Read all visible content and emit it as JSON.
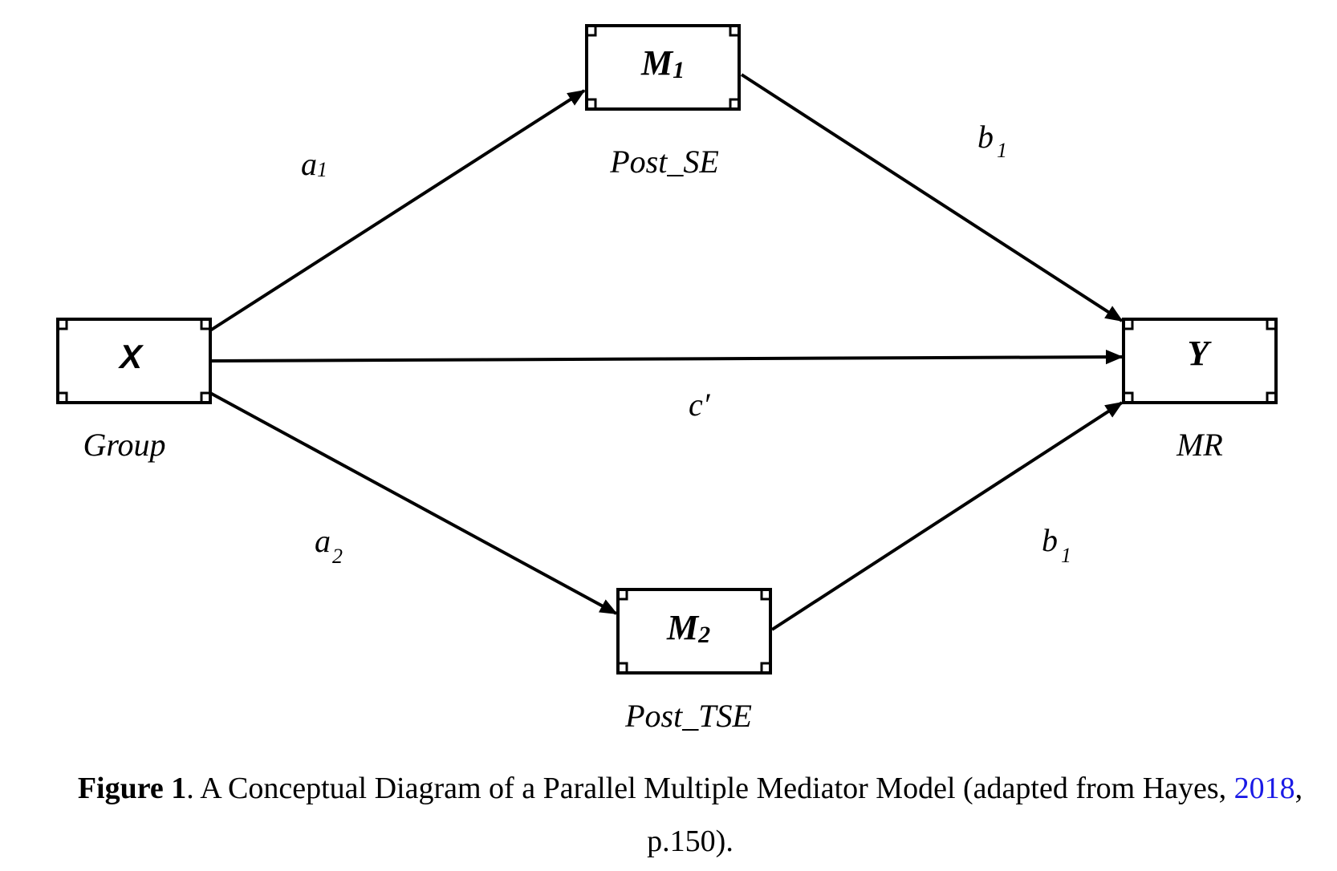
{
  "nodes": {
    "m1": {
      "letter": "M",
      "sub": "1",
      "variable": "Post_SE"
    },
    "m2": {
      "letter": "M",
      "sub": "2",
      "variable": "Post_TSE"
    },
    "x": {
      "letter": "X",
      "variable": "Group"
    },
    "y": {
      "letter": "Y",
      "variable": "MR"
    }
  },
  "paths": {
    "a1": {
      "letter": "a",
      "sub": "1"
    },
    "a2": {
      "letter": "a",
      "sub": "2"
    },
    "b1_top": {
      "letter": "b",
      "sub": "1"
    },
    "b1_bottom": {
      "letter": "b",
      "sub": "1"
    },
    "c_prime": {
      "text": "c′"
    }
  },
  "caption": {
    "label": "Figure 1",
    "text_before_link": ". A Conceptual Diagram of a Parallel Multiple Mediator Model (adapted from Hayes, ",
    "link": "2018",
    "text_after_link": ", p.150)."
  }
}
